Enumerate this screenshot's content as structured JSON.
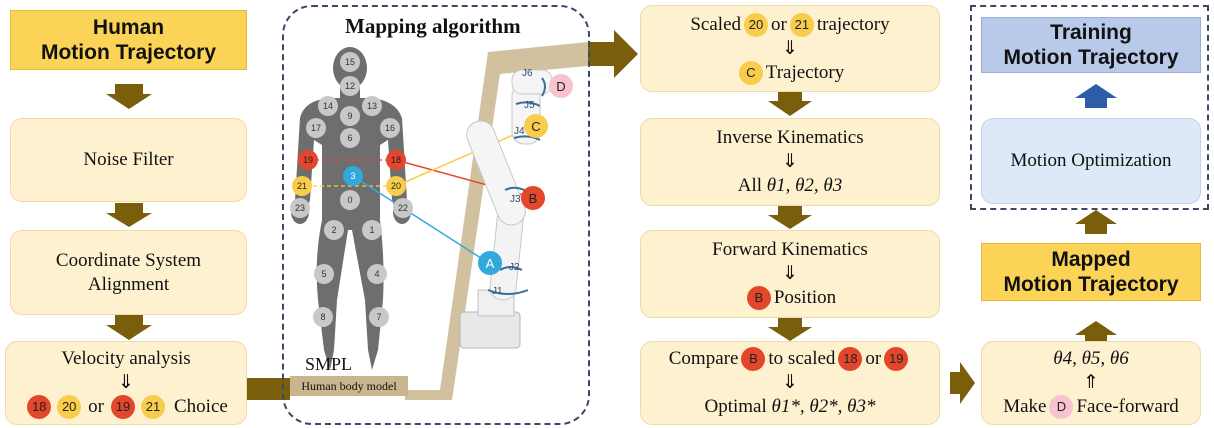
{
  "left": {
    "title_line1": "Human",
    "title_line2": "Motion Trajectory",
    "noise": "Noise Filter",
    "coord_line1": "Coordinate System",
    "coord_line2": "Alignment",
    "vel_line1": "Velocity analysis",
    "vel_arrow": "⇓",
    "vel_or": "or",
    "vel_choice": "Choice",
    "vel_badges": [
      "18",
      "20",
      "19",
      "21"
    ]
  },
  "middle": {
    "title": "Mapping algorithm",
    "smpl": "SMPL",
    "smpl_sub": "Human body model",
    "joints": [
      "15",
      "12",
      "14",
      "13",
      "9",
      "17",
      "16",
      "6",
      "19",
      "18",
      "3",
      "21",
      "20",
      "0",
      "23",
      "22",
      "2",
      "1",
      "5",
      "4",
      "8",
      "7"
    ],
    "robot_joints": [
      "J6",
      "J5",
      "J4",
      "J3",
      "J2",
      "J1"
    ],
    "robot_points": [
      "D",
      "C",
      "B",
      "A"
    ]
  },
  "right": {
    "scaled_pre": "Scaled",
    "scaled_b1": "20",
    "scaled_or": "or",
    "scaled_b2": "21",
    "scaled_post": "trajectory",
    "scaled_arrow": "⇓",
    "scaled_c": "C",
    "scaled_traj": "Trajectory",
    "ik": "Inverse Kinematics",
    "ik_arrow": "⇓",
    "ik_all": "All",
    "ik_theta": "θ1, θ2, θ3",
    "fk": "Forward Kinematics",
    "fk_arrow": "⇓",
    "fk_b": "B",
    "fk_pos": "Position",
    "cmp_pre": "Compare",
    "cmp_b": "B",
    "cmp_mid": "to scaled",
    "cmp_b1": "18",
    "cmp_or": "or",
    "cmp_b2": "19",
    "cmp_arrow": "⇓",
    "cmp_opt": "Optimal",
    "cmp_theta": "θ1*, θ2*, θ3*"
  },
  "far_right": {
    "training_line1": "Training",
    "training_line2": "Motion Trajectory",
    "opt": "Motion Optimization",
    "mapped_line1": "Mapped",
    "mapped_line2": "Motion Trajectory",
    "final_theta": "θ4, θ5, θ6",
    "final_arrow": "⇑",
    "final_make": "Make",
    "final_d": "D",
    "final_face": "Face-forward"
  },
  "colors": {
    "arrow": "#7a5e0c",
    "gold": "#fbd357",
    "pale": "#fdf1d0",
    "blue": "#b9c9ea",
    "red": "#e2472c",
    "yellow": "#f8cd4c",
    "cyan": "#33a8db",
    "pink": "#f6c3cf"
  }
}
